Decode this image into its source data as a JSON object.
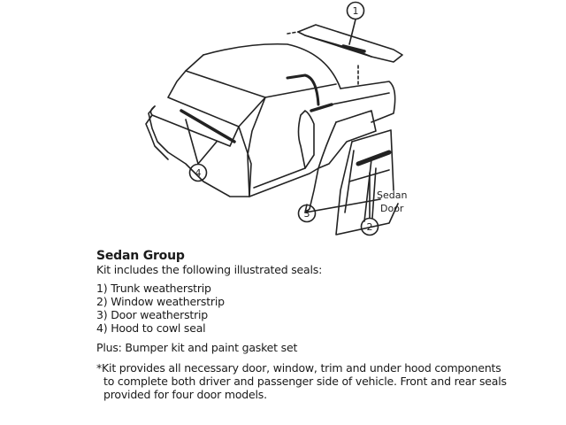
{
  "diagram": {
    "callouts": [
      "1",
      "2",
      "3",
      "4"
    ],
    "door_label": [
      "Sedan",
      "Door"
    ]
  },
  "kit": {
    "title": "Sedan Group",
    "intro": "Kit includes the following illustrated seals:",
    "items": [
      "1) Trunk weatherstrip",
      "2) Window weatherstrip",
      "3) Door weatherstrip",
      "4) Hood to cowl seal"
    ],
    "plus": "Plus: Bumper kit and paint gasket set",
    "note_lines": [
      "*Kit provides all necessary door, window, trim and under hood components",
      "to complete both driver and passenger side of vehicle.  Front and rear seals",
      "provided for four door models."
    ]
  }
}
